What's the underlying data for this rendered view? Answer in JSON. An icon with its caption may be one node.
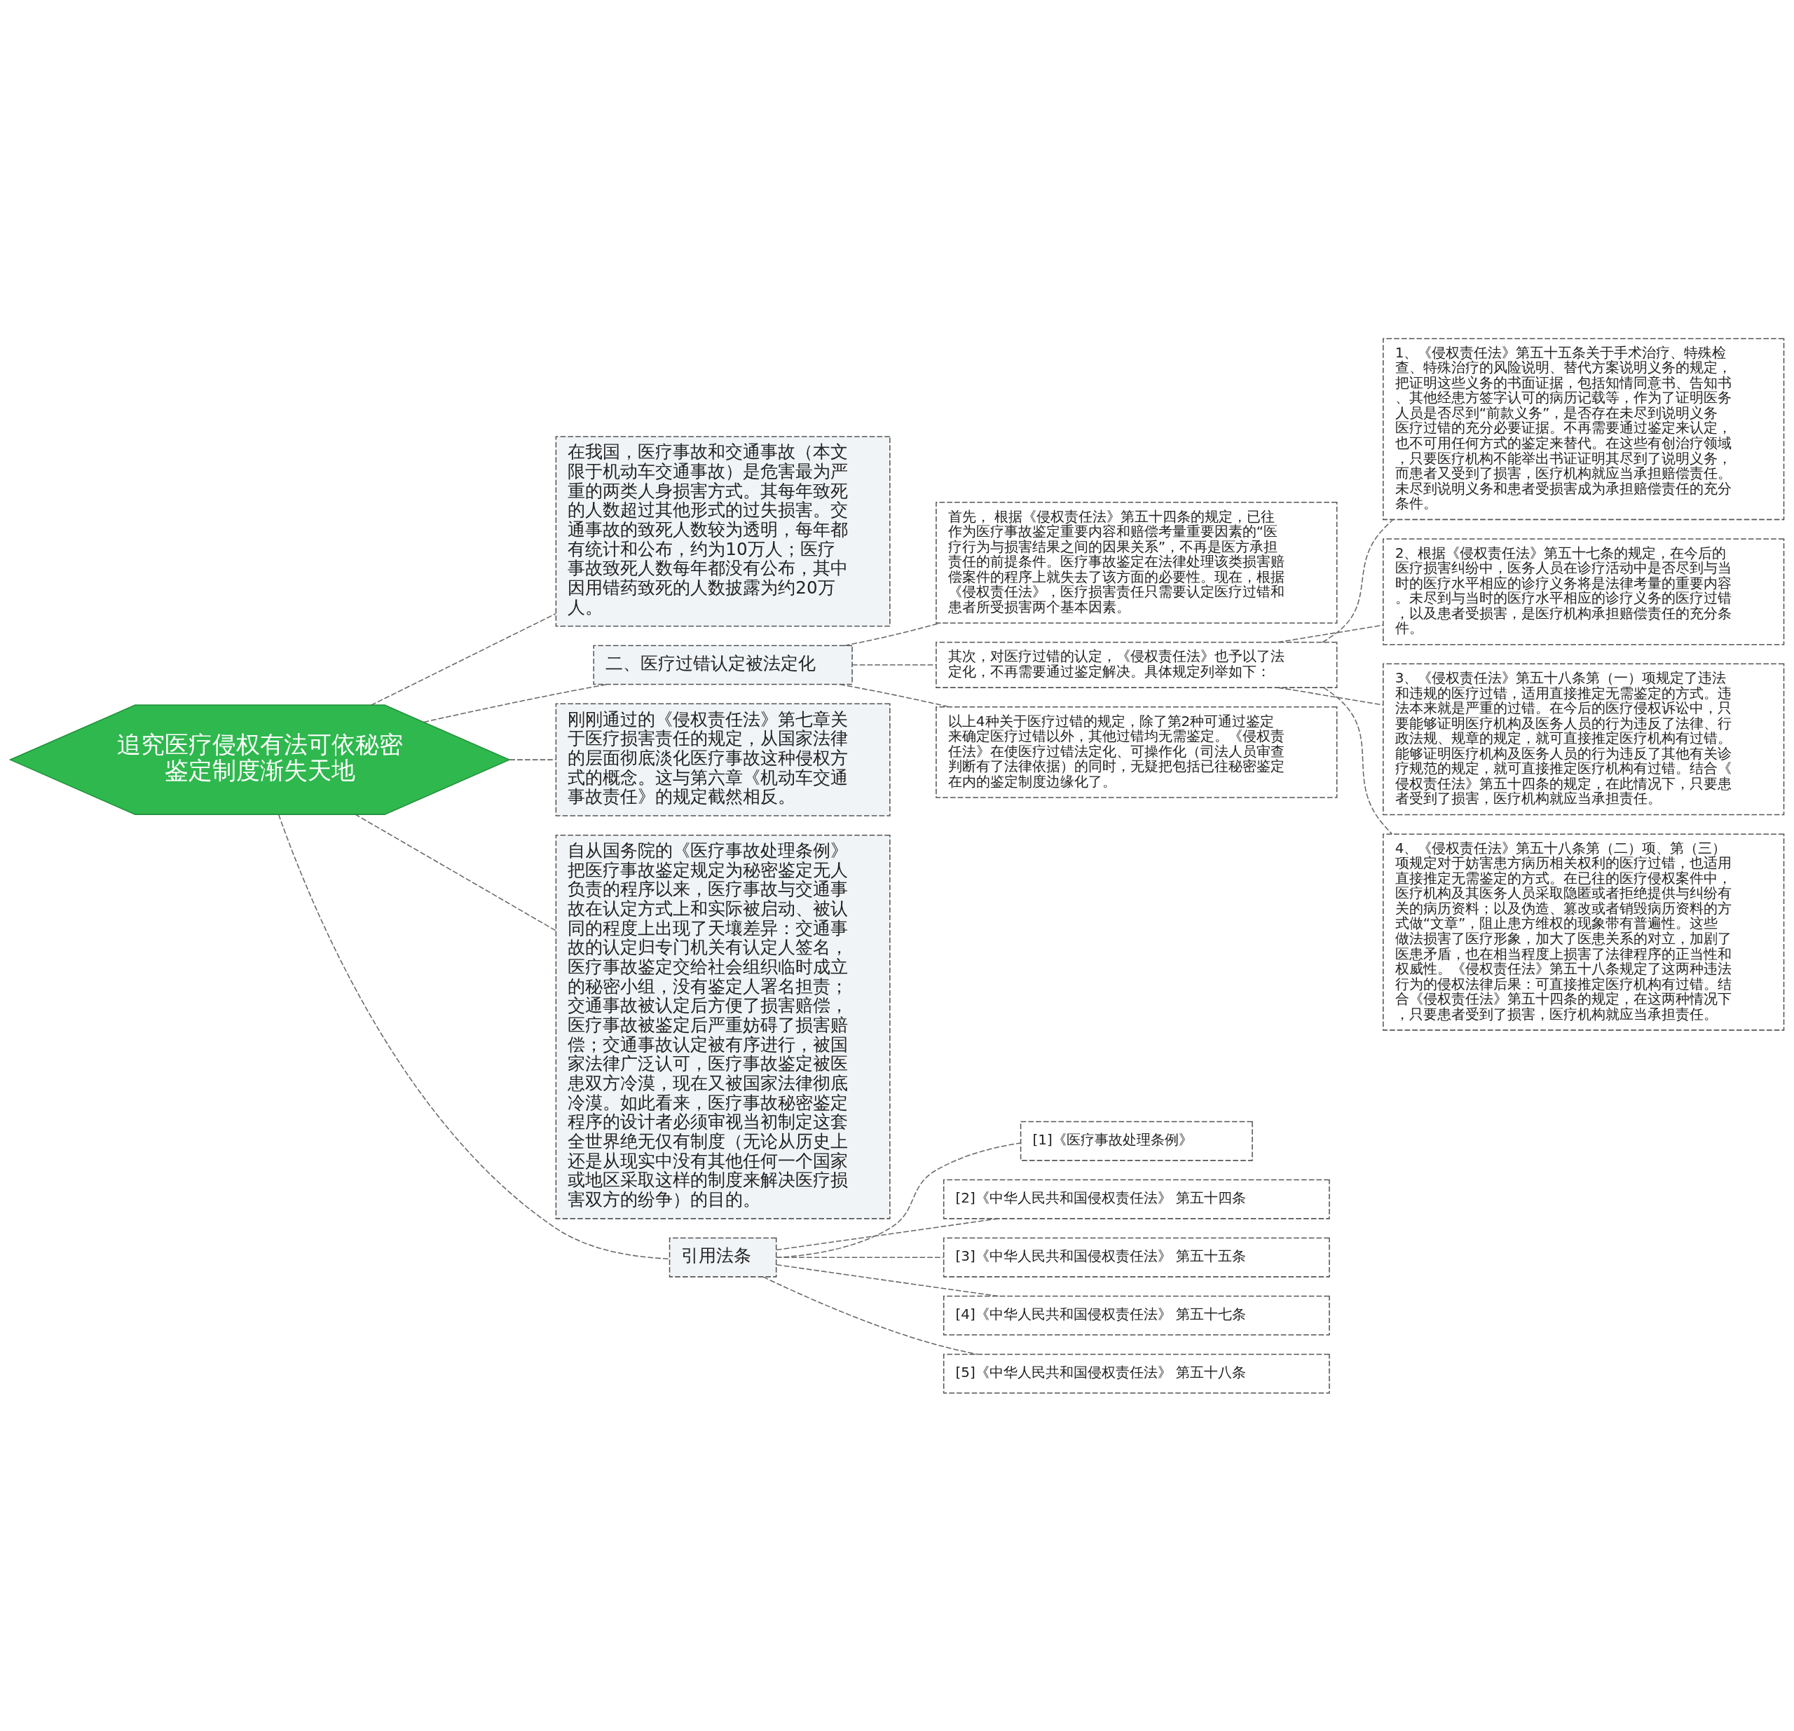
{
  "diagram": {
    "nodes": [
      {
        "text": [
          "追究医疗侵权有法可依秘密鉴定制度渐失天地"
        ]
      },
      {
        "text": [
          "在我国，医疗事故和交通事故（本文限于机动车交通事故）是危害最为严重的两类人身损害方式。其每年致死的人数超过其他形式的过失损害。交通事故的致死人数较为透明，每年都有统计和公布，约为10万人；医疗事故致死人数每年都没有公布，其中因用错药致死的人数披露为约20万人。"
        ]
      },
      {
        "text": [
          "二、医疗过错认定被法定化"
        ]
      },
      {
        "text": [
          "首先， 根据《侵权责任法》第五十四条的规定，已往作为医疗事故鉴定重要内容和赔偿考量重要因素的“医疗行为与损害结果之间的因果关系”，不再是医方承担责任的前提条件。医疗事故鉴定在法律处理该类损害赔偿案件的程序上就失去了该方面的必要性。现在，根据《侵权责任法》，医疗损害责任只需要认定医疗过错和患者所受损害两个基本因素。"
        ]
      },
      {
        "text": [
          "其次，对医疗过错的认定，《侵权责任法》也予以了法定化，不再需要通过鉴定解决。具体规定列举如下："
        ]
      },
      {
        "text": [
          "1、《侵权责任法》第五十五条关于手术治疗、特殊检查、特殊治疗的风险说明、替代方案说明义务的规定，把证明这些义务的书面证据，包括知情同意书、告知书、其他经患方签字认可的病历记载等，作为了证明医务人员是否尽到“前款义务”，是否存在未尽到说明义务医疗过错的充分必要证据。不再需要通过鉴定来认定，也不可用任何方式的鉴定来替代。在这些有创治疗领域，只要医疗机构不能举出书证证明其尽到了说明义务，而患者又受到了损害，医疗机构就应当承担赔偿责任。未尽到说明义务和患者受损害成为承担赔偿责任的充分条件。"
        ]
      },
      {
        "text": [
          "2、根据《侵权责任法》第五十七条的规定，在今后的医疗损害纠纷中，医务人员在诊疗活动中是否尽到与当时的医疗水平相应的诊疗义务将是法律考量的重要内容。未尽到与当时的医疗水平相应的诊疗义务的医疗过错，以及患者受损害，是医疗机构承担赔偿责任的充分条件。"
        ]
      },
      {
        "text": [
          "3、《侵权责任法》第五十八条第（一）项规定了违法和违规的医疗过错，适用直接推定无需鉴定的方式。违法本来就是严重的过错。在今后的医疗侵权诉讼中，只要能够证明医疗机构及医务人员的行为违反了法律、行政法规、规章的规定，就可直接推定医疗机构有过错。能够证明医疗机构及医务人员的行为违反了其他有关诊疗规范的规定，就可直接推定医疗机构有过错。结合《侵权责任法》第五十四条的规定，在此情况下，只要患者受到了损害，医疗机构就应当承担责任。"
        ]
      },
      {
        "text": [
          "4、《侵权责任法》第五十八条第（二）项、第（三）项规定对于妨害患方病历相关权利的医疗过错，也适用直接推定无需鉴定的方式。在已往的医疗侵权案件中，医疗机构及其医务人员采取隐匿或者拒绝提供与纠纷有关的病历资料；以及伪造、篡改或者销毁病历资料的方式做“文章”，阻止患方维权的现象带有普遍性。这些做法损害了医疗形象，加大了医患关系的对立，加剧了医患矛盾，也在相当程度上损害了法律程序的正当性和权威性。《侵权责任法》第五十八条规定了这两种违法行为的侵权法律后果：可直接推定医疗机构有过错。结合《侵权责任法》第五十四条的规定，在这两种情况下，只要患者受到了损害，医疗机构就应当承担责任。"
        ]
      },
      {
        "text": [
          "以上4种关于医疗过错的规定，除了第2种可通过鉴定来确定医疗过错以外，其他过错均无需鉴定。《侵权责任法》在使医疗过错法定化、可操作化（司法人员审查判断有了法律依据）的同时，无疑把包括已往秘密鉴定在内的鉴定制度边缘化了。"
        ]
      },
      {
        "text": [
          "刚刚通过的《侵权责任法》第七章关于医疗损害责任的规定，从国家法律的层面彻底淡化医疗事故这种侵权方式的概念。这与第六章《机动车交通事故责任》的规定截然相反。"
        ]
      },
      {
        "text": [
          "自从国务院的《医疗事故处理条例》把医疗事故鉴定规定为秘密鉴定无人负责的程序以来，医疗事故与交通事故在认定方式上和实际被启动、被认同的程度上出现了天壤差异：交通事故的认定归专门机关有认定人签名，医疗事故鉴定交给社会组织临时成立的秘密小组，没有鉴定人署名担责；交通事故被认定后方便了损害赔偿，医疗事故被鉴定后严重妨碍了损害赔偿；交通事故认定被有序进行，被国家法律广泛认可，医疗事故鉴定被医患双方冷漠，现在又被国家法律彻底冷漠。如此看来，医疗事故秘密鉴定程序的设计者必须审视当初制定这套全世界绝无仅有制度（无论从历史上还是从现实中没有其他任何一个国家或地区采取这样的制度来解决医疗损害双方的纷争）的目的。"
        ]
      },
      {
        "text": [
          "引用法条"
        ]
      },
      {
        "text": [
          "[1]《医疗事故处理条例》"
        ]
      },
      {
        "text": [
          "[2]《中华人民共和国侵权责任法》 第五十四条"
        ]
      },
      {
        "text": [
          "[3]《中华人民共和国侵权责任法》 第五十五条"
        ]
      },
      {
        "text": [
          "[4]《中华人民共和国侵权责任法》 第五十七条"
        ]
      },
      {
        "text": [
          "[5]《中华人民共和国侵权责任法》 第五十八条"
        ]
      }
    ],
    "edges": [
      {
        "from": 0,
        "to": 1,
        "arrow": "none",
        "style": "dashed"
      },
      {
        "from": 0,
        "to": 2,
        "arrow": "none",
        "style": "dashed"
      },
      {
        "from": 2,
        "to": 3,
        "arrow": "none",
        "style": "dashed"
      },
      {
        "from": 2,
        "to": 4,
        "arrow": "none",
        "style": "dashed"
      },
      {
        "from": 4,
        "to": 5,
        "arrow": "none",
        "style": "dashed"
      },
      {
        "from": 4,
        "to": 6,
        "arrow": "none",
        "style": "dashed"
      },
      {
        "from": 4,
        "to": 7,
        "arrow": "none",
        "style": "dashed"
      },
      {
        "from": 4,
        "to": 8,
        "arrow": "none",
        "style": "dashed"
      },
      {
        "from": 2,
        "to": 9,
        "arrow": "none",
        "style": "dashed"
      },
      {
        "from": 0,
        "to": 10,
        "arrow": "none",
        "style": "dashed"
      },
      {
        "from": 0,
        "to": 11,
        "arrow": "none",
        "style": "dashed"
      },
      {
        "from": 0,
        "to": 12,
        "arrow": "none",
        "style": "dashed"
      },
      {
        "from": 12,
        "to": 13,
        "arrow": "none",
        "style": "dashed"
      },
      {
        "from": 12,
        "to": 14,
        "arrow": "none",
        "style": "dashed"
      },
      {
        "from": 12,
        "to": 15,
        "arrow": "none",
        "style": "dashed"
      },
      {
        "from": 12,
        "to": 16,
        "arrow": "none",
        "style": "dashed"
      },
      {
        "from": 12,
        "to": 17,
        "arrow": "none",
        "style": "dashed"
      }
    ]
  }
}
